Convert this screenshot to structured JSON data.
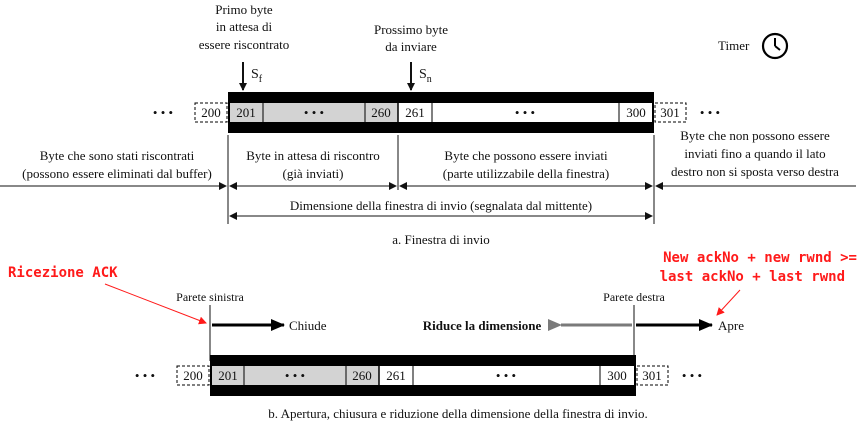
{
  "top": {
    "first_unacked_label": [
      "Primo byte",
      "in attesa di",
      "essere riscontrato"
    ],
    "next_to_send_label": [
      "Prossimo byte",
      "da inviare"
    ],
    "sf": "S",
    "sf_sub": "f",
    "sn": "S",
    "sn_sub": "n",
    "timer": "Timer",
    "ellipsis": "• • •",
    "cells": {
      "c200": "200",
      "c201": "201",
      "c260": "260",
      "c261": "261",
      "c300": "300",
      "c301": "301"
    },
    "regions": {
      "acked": [
        "Byte che sono stati riscontrati",
        "(possono essere eliminati dal buffer)"
      ],
      "waiting": [
        "Byte in attesa di riscontro",
        "(già inviati)"
      ],
      "sendable": [
        "Byte che possono essere inviati",
        "(parte utilizzabile della finestra)"
      ],
      "blocked": [
        "Byte che non possono essere",
        "inviati fino a quando il lato",
        "destro non si sposta verso destra"
      ]
    },
    "window_size": "Dimensione della finestra di invio (segnalata dal mittente)",
    "caption": "a. Finestra di invio"
  },
  "annotations": {
    "ack_reception": "Ricezione ACK",
    "condition": [
      "New ackNo + new rwnd >=",
      "last ackNo + last rwnd"
    ]
  },
  "bottom": {
    "left_wall": "Parete sinistra",
    "right_wall": "Parete destra",
    "closes": "Chiude",
    "shrinks": "Riduce la dimensione",
    "opens": "Apre",
    "caption": "b. Apertura, chiusura e riduzione della dimensione della finestra di invio."
  },
  "colors": {
    "waiting_fill": "#d3d3d3",
    "bar": "#000000",
    "annotation": "#ff1a1a",
    "shrink_arrow": "#7a7a7a"
  }
}
